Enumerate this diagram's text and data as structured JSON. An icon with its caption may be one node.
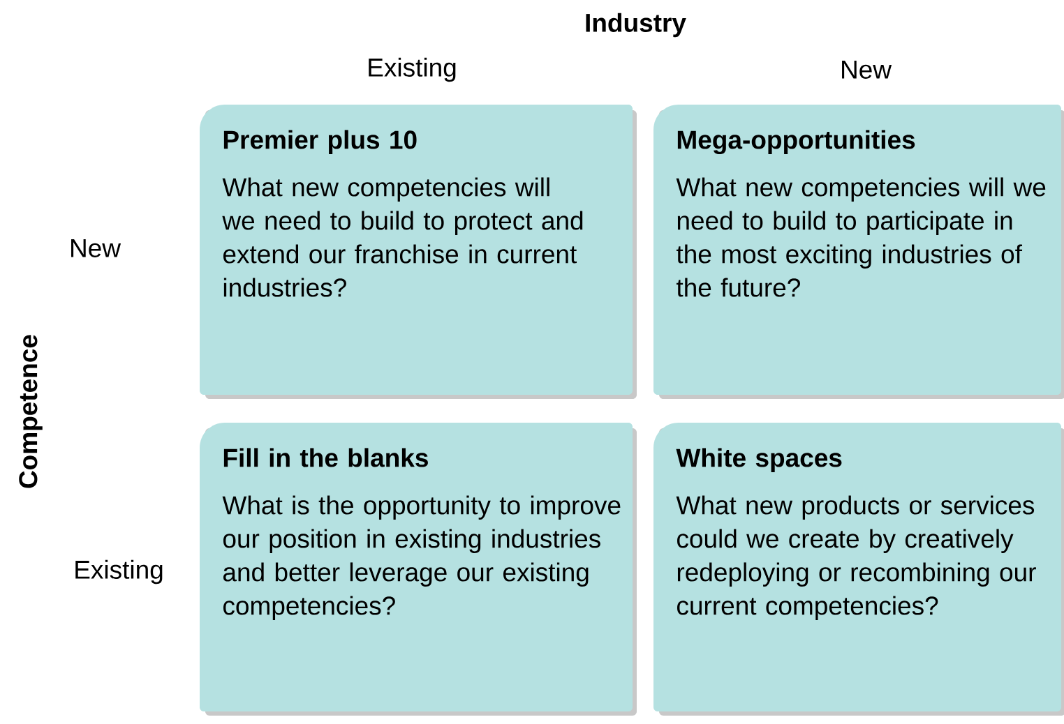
{
  "diagram": {
    "nodes": [
      {
        "text": [
          "Premier plus 10",
          "What new competencies will we need to build to protect and extend our franchise in current industries?"
        ]
      },
      {
        "text": [
          "Mega-opportunities",
          "What new competencies will we need to build to participate in the most exciting industries of the future?"
        ]
      },
      {
        "text": [
          "Fill in the blanks",
          "What is the opportunity to improve our position in existing industries and better leverage our existing competencies?"
        ]
      },
      {
        "text": [
          "White spaces",
          "What new products or services could we create by creatively redeploying or recombining our current competencies?"
        ]
      }
    ],
    "labels": [
      "Industry",
      "Existing",
      "New",
      "Competence",
      "New",
      "Existing"
    ]
  }
}
